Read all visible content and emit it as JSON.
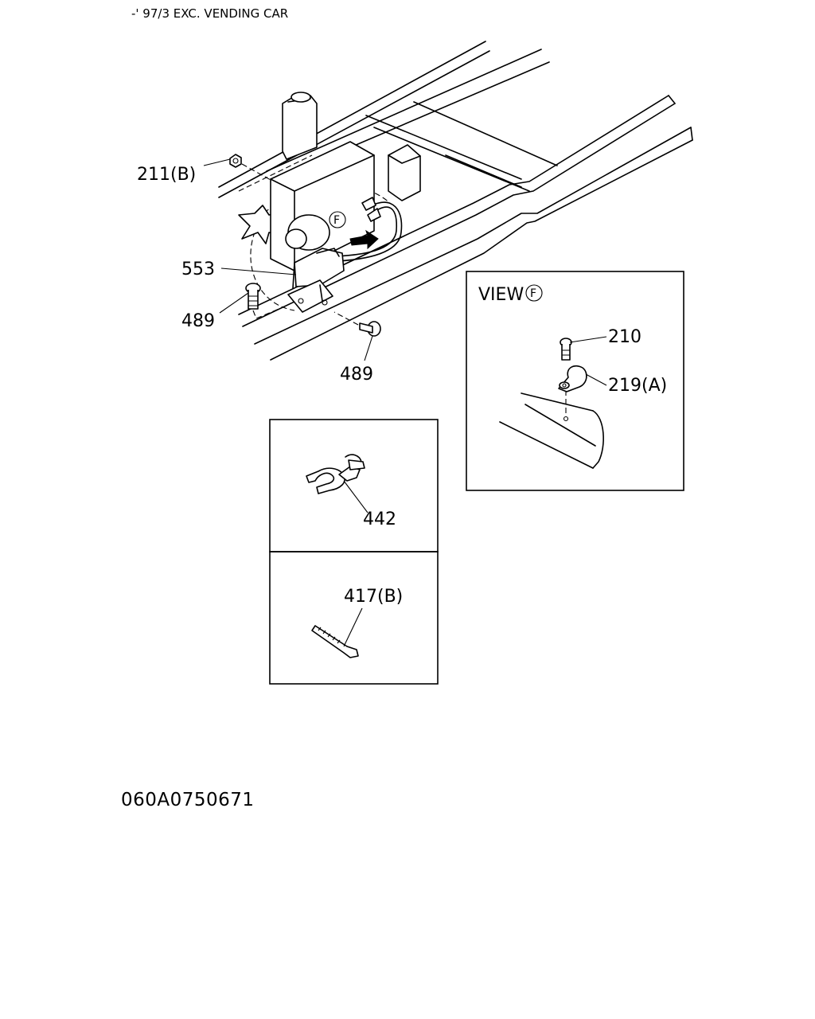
{
  "header": {
    "note": "-' 97/3 EXC. VENDING CAR"
  },
  "callouts": {
    "nut": "211(B)",
    "bracket": "553",
    "bolt_left": "489",
    "bolt_bottom": "489",
    "clip": "442",
    "band": "417(B)"
  },
  "view_f": {
    "title": "VIEW",
    "marker": "F",
    "bolt": "210",
    "clamp": "219(A)"
  },
  "main_marker": "F",
  "footer": {
    "drawing_code": "060A0750671"
  }
}
